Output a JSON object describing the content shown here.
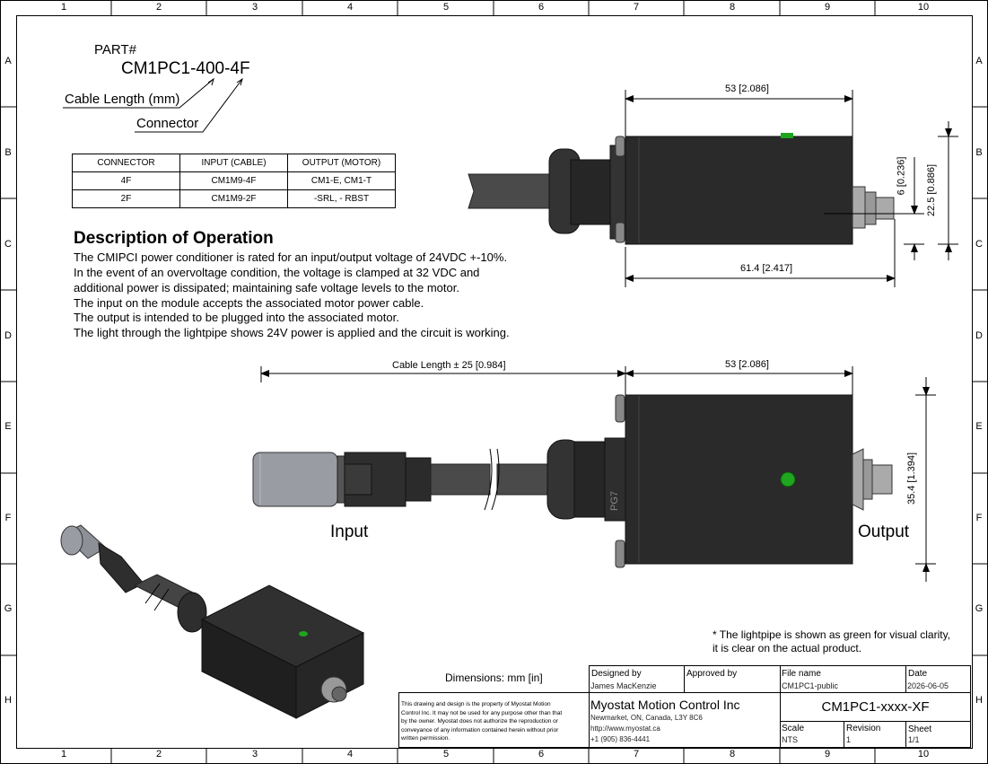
{
  "zones": {
    "columns": [
      "1",
      "2",
      "3",
      "4",
      "5",
      "6",
      "7",
      "8",
      "9",
      "10"
    ],
    "rows": [
      "A",
      "B",
      "C",
      "D",
      "E",
      "F",
      "G",
      "H"
    ]
  },
  "part": {
    "heading": "PART#",
    "number": "CM1PC1-400-4F",
    "callout_cable": "Cable Length (mm)",
    "callout_connector": "Connector"
  },
  "connector_table": {
    "headers": [
      "CONNECTOR",
      "INPUT (CABLE)",
      "OUTPUT (MOTOR)"
    ],
    "rows": [
      [
        "4F",
        "CM1M9-4F",
        "CM1-E, CM1-T"
      ],
      [
        "2F",
        "CM1M9-2F",
        "-SRL, - RBST"
      ]
    ]
  },
  "description": {
    "title": "Description of Operation",
    "lines": [
      "The CMIPCI power conditioner is rated for an input/output voltage of 24VDC +-10%.",
      "In the event of an overvoltage condition, the voltage is clamped at 32 VDC and",
      "additional power is dissipated; maintaining safe voltage levels to the motor.",
      "The input on the module accepts the associated motor power cable.",
      "The output is intended to be plugged into the associated motor.",
      "The light through the lightpipe shows 24V power is applied and the circuit is working."
    ]
  },
  "dimensions": {
    "top_length": "53 [2.086]",
    "top_overall": "61.4 [2.417]",
    "side_small": "6 [0.236]",
    "side_height": "22.5 [0.886]",
    "cable_length": "Cable Length ± 25 [0.984]",
    "front_length": "53 [2.086]",
    "front_height": "35.4 [1.394]",
    "gland_text": "PG7"
  },
  "labels": {
    "input": "Input",
    "output": "Output",
    "note_line1": "* The lightpipe is shown as green for visual clarity,",
    "note_line2": "it is clear on the actual product.",
    "units": "Dimensions: mm [in]"
  },
  "title_block": {
    "disclaimer": [
      "This drawing and design is the property of Myostat Motion",
      "Control Inc. It may not be used for any purpose other than that",
      "by the owner. Myostat does not authorize the reproduction or",
      "conveyance of any information contained herein without prior",
      "written permission."
    ],
    "designed_by_label": "Designed by",
    "designed_by": "James MacKenzie",
    "approved_by_label": "Approved by",
    "file_name_label": "File name",
    "file_name": "CM1PC1-public",
    "date_label": "Date",
    "date": "2026-06-05",
    "company": "Myostat Motion Control Inc",
    "address": "Newmarket, ON, Canada, L3Y 8C6",
    "website": "http://www.myostat.ca",
    "phone": "+1 (905) 836-4441",
    "drawing_number": "CM1PC1-xxxx-XF",
    "scale_label": "Scale",
    "scale": "NTS",
    "revision_label": "Revision",
    "revision": "1",
    "sheet_label": "Sheet",
    "sheet": "1/1"
  },
  "colors": {
    "body": "#2a2a2a",
    "cable": "#4a4a4a",
    "connector": "#9a9ca3",
    "lightpipe": "#1fa51f"
  }
}
